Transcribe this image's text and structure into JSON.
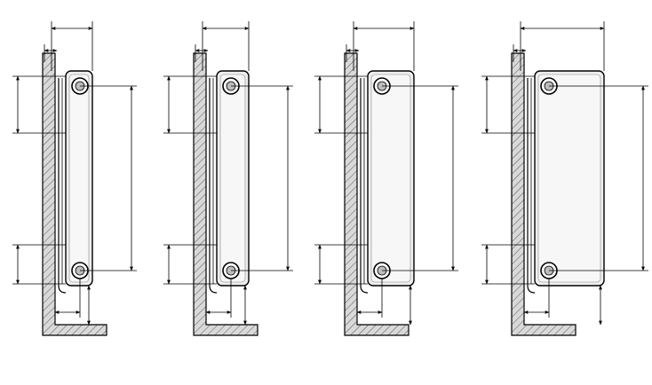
{
  "figure": {
    "background_color": "#ffffff",
    "line_color": "#000000",
    "wall_fill_color": "#d9d9d9",
    "panel_fill_color": "#eeeeee",
    "panel_fill_light": "#f7f7f7",
    "variants": [
      {
        "id": "single-panel",
        "panel_columns": 1
      },
      {
        "id": "single-panel-convector",
        "panel_columns": 2
      },
      {
        "id": "double-panel",
        "panel_columns": 3
      },
      {
        "id": "double-panel-convector",
        "panel_columns": 4
      }
    ]
  }
}
